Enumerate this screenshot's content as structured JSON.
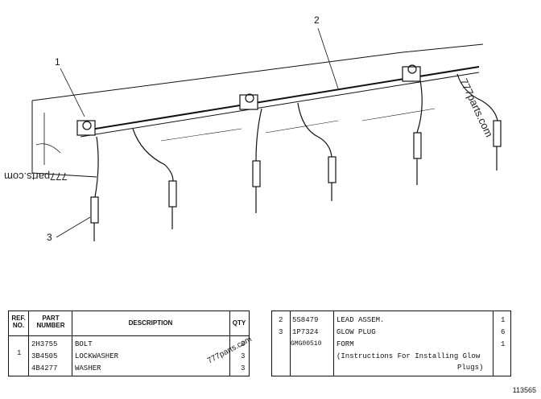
{
  "callouts": [
    "1",
    "2",
    "3"
  ],
  "watermarks": [
    "777parts.com",
    "777parts.com",
    "777parts.com"
  ],
  "left_table": {
    "headers": {
      "ref_no": "REF. NO.",
      "part_number": "PART NUMBER",
      "description": "DESCRIPTION",
      "qty": "QTY"
    },
    "group_ref": "1",
    "rows": [
      {
        "part_number": "2H3755",
        "description": "BOLT",
        "qty": "3"
      },
      {
        "part_number": "3B4505",
        "description": "LOCKWASHER",
        "qty": "3"
      },
      {
        "part_number": "4B4277",
        "description": "WASHER",
        "qty": "3"
      }
    ]
  },
  "right_table": {
    "rows": [
      {
        "ref": "2",
        "part_number": "5S8479",
        "description": "LEAD ASSEM.",
        "qty": "1"
      },
      {
        "ref": "3",
        "part_number": "1P7324",
        "description": "GLOW PLUG",
        "qty": "6"
      },
      {
        "ref": "",
        "part_number": "GMG00510",
        "description": "FORM",
        "qty": "1"
      }
    ],
    "note_line1": "(Instructions For Installing Glow",
    "note_line2": "Plugs)"
  },
  "figure_number": "113565"
}
